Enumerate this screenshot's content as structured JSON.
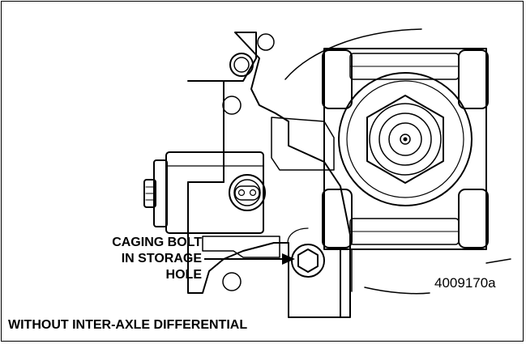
{
  "figure": {
    "callout_lines": [
      "CAGING BOLT",
      "IN STORAGE",
      "HOLE"
    ],
    "figure_number": "4009170a",
    "caption": "WITHOUT INTER-AXLE DIFFERENTIAL"
  }
}
